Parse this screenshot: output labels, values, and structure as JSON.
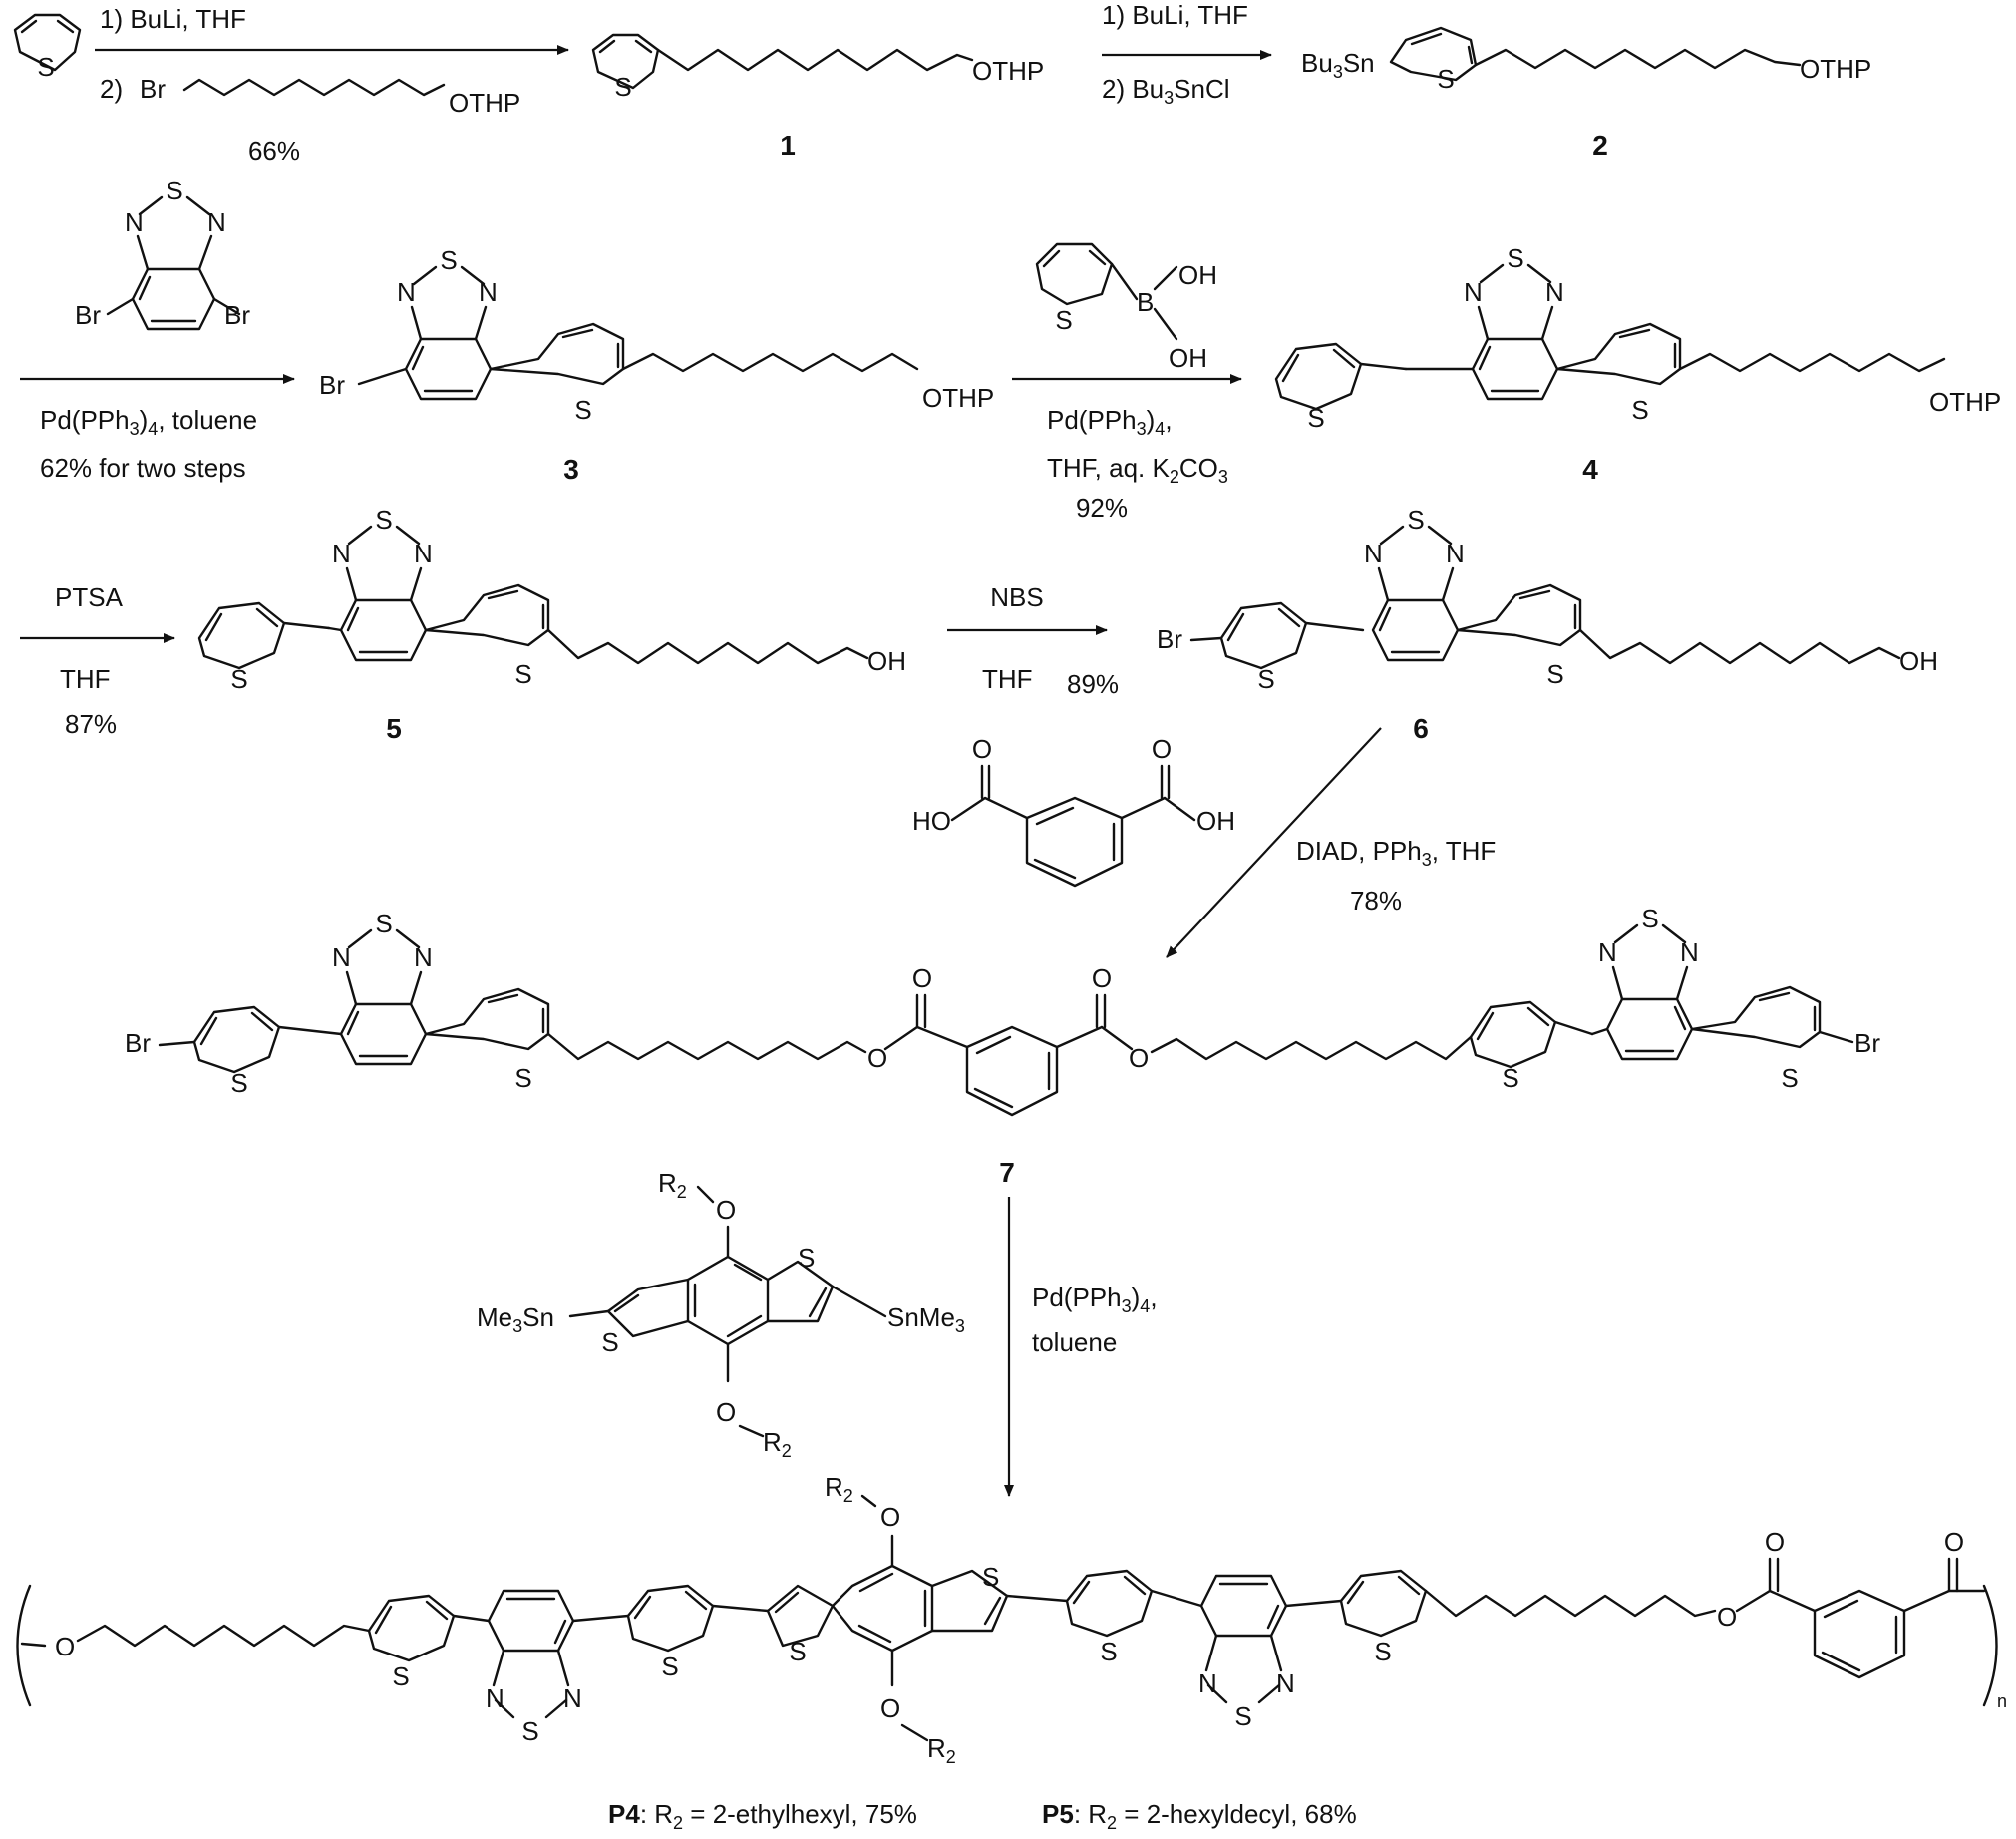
{
  "steps": {
    "s1": {
      "r1": "1) BuLi, THF",
      "r2": "2)",
      "br": "Br",
      "othp": "OTHP",
      "yield": "66%"
    },
    "s2": {
      "r1": "1) BuLi, THF",
      "r2": "2) Bu",
      "r2sub": "3",
      "r2b": "SnCl"
    },
    "s3": {
      "cond1": "Pd(PPh",
      "cond1sub": "3",
      "cond1b": ")",
      "cond1sub2": "4",
      "cond1c": ", toluene",
      "cond2": "62% for two steps"
    },
    "s4": {
      "cond1": "Pd(PPh",
      "cond1sub": "3",
      "cond1b": ")",
      "cond1sub2": "4",
      "cond1c": ",",
      "cond2": "THF, aq. K",
      "cond2sub": "2",
      "cond2b": "CO",
      "cond2sub2": "3",
      "yield": "92%",
      "oh": "OH",
      "b": "B"
    },
    "s5": {
      "top": "PTSA",
      "bot": "THF",
      "yield": "87%"
    },
    "s6": {
      "top": "NBS",
      "bot": "THF",
      "yield": "89%"
    },
    "s7": {
      "cond1": "DIAD, PPh",
      "cond1sub": "3",
      "cond1b": ", THF",
      "yield": "78%",
      "ho": "HO",
      "oh": "OH",
      "o": "O"
    },
    "s8": {
      "cond1": "Pd(PPh",
      "cond1sub": "3",
      "cond1b": ")",
      "cond1sub2": "4",
      "cond1c": ",",
      "cond2": "toluene"
    }
  },
  "atoms": {
    "S": "S",
    "N": "N",
    "Br": "Br",
    "O": "O",
    "OTHP": "OTHP",
    "OH": "OH",
    "R2": "R",
    "R2sub": "2",
    "Bu3Sn": "Bu",
    "Bu3Snsub": "3",
    "Bu3Snb": "Sn",
    "Me3Sn": "Me",
    "Me3Snsub": "3",
    "Me3Snb": "Sn",
    "SnMe3": "SnMe",
    "SnMe3sub": "3",
    "n": "n"
  },
  "compounds": {
    "c1": "1",
    "c2": "2",
    "c3": "3",
    "c4": "4",
    "c5": "5",
    "c6": "6",
    "c7": "7"
  },
  "footnote": {
    "p4_label": "P4",
    "p4_text": ": R",
    "p4_sub": "2",
    "p4_rest": " = 2-ethylhexyl, 75%",
    "p5_label": "P5",
    "p5_text": ": R",
    "p5_sub": "2",
    "p5_rest": " = 2-hexyldecyl, 68%"
  }
}
